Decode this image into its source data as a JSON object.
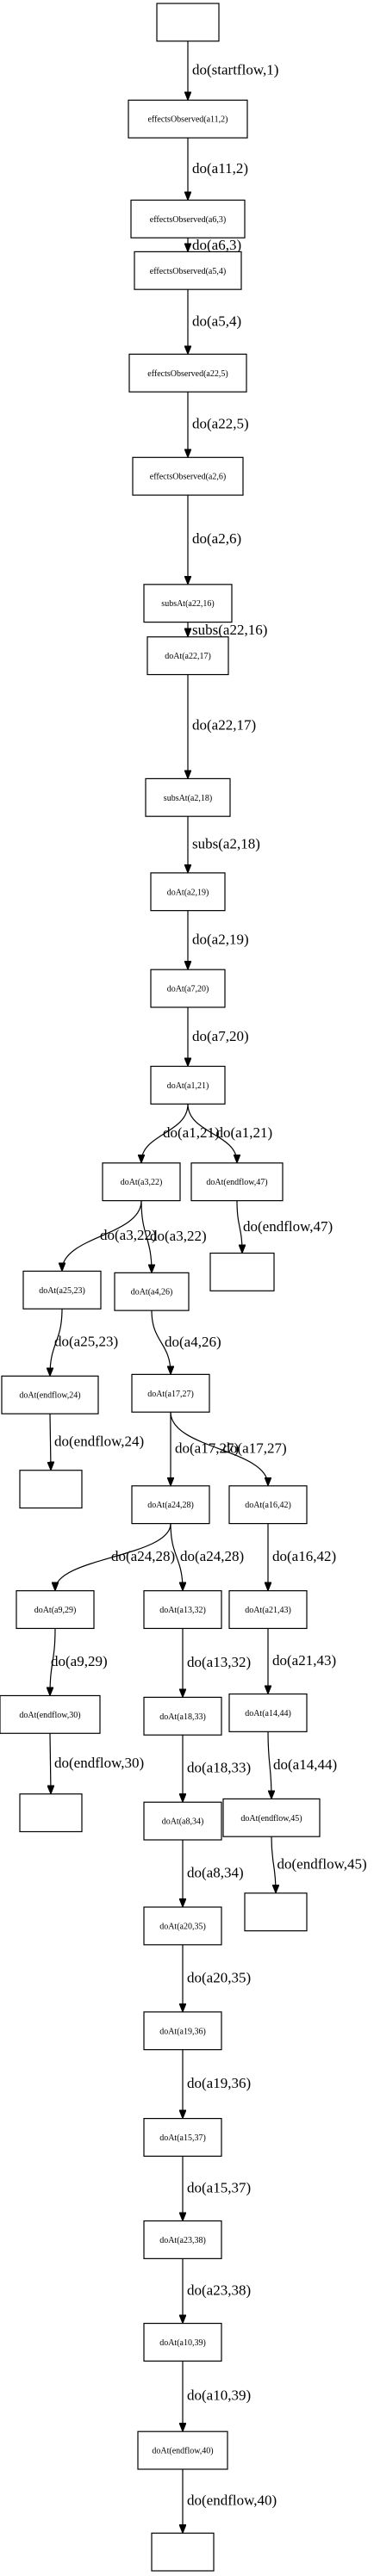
{
  "nodes": [
    {
      "id": "n0",
      "label": ""
    },
    {
      "id": "n1",
      "label": "effectsObserved(a11,2)"
    },
    {
      "id": "n2",
      "label": "effectsObserved(a6,3)"
    },
    {
      "id": "n3",
      "label": "effectsObserved(a5,4)"
    },
    {
      "id": "n4",
      "label": "effectsObserved(a22,5)"
    },
    {
      "id": "n5",
      "label": "effectsObserved(a2,6)"
    },
    {
      "id": "n6",
      "label": "subsAt(a22,16)"
    },
    {
      "id": "n7",
      "label": "doAt(a22,17)"
    },
    {
      "id": "n8",
      "label": "subsAt(a2,18)"
    },
    {
      "id": "n9",
      "label": "doAt(a2,19)"
    },
    {
      "id": "n10",
      "label": "doAt(a7,20)"
    },
    {
      "id": "n11",
      "label": "doAt(a1,21)"
    },
    {
      "id": "n12",
      "label": "doAt(a3,22)"
    },
    {
      "id": "n13",
      "label": "doAt(endflow,47)"
    },
    {
      "id": "n14",
      "label": ""
    },
    {
      "id": "n15",
      "label": "doAt(a25,23)"
    },
    {
      "id": "n16",
      "label": "doAt(a4,26)"
    },
    {
      "id": "n17",
      "label": "doAt(endflow,24)"
    },
    {
      "id": "n18",
      "label": ""
    },
    {
      "id": "n19",
      "label": "doAt(a17,27)"
    },
    {
      "id": "n20",
      "label": "doAt(a24,28)"
    },
    {
      "id": "n21",
      "label": "doAt(a16,42)"
    },
    {
      "id": "n22",
      "label": "doAt(a9,29)"
    },
    {
      "id": "n23",
      "label": "doAt(a13,32)"
    },
    {
      "id": "n24",
      "label": "doAt(a21,43)"
    },
    {
      "id": "n25",
      "label": "doAt(endflow,30)"
    },
    {
      "id": "n26",
      "label": ""
    },
    {
      "id": "n27",
      "label": "doAt(a18,33)"
    },
    {
      "id": "n28",
      "label": "doAt(a14,44)"
    },
    {
      "id": "n29",
      "label": "doAt(a8,34)"
    },
    {
      "id": "n30",
      "label": "doAt(endflow,45)"
    },
    {
      "id": "n31",
      "label": ""
    },
    {
      "id": "n32",
      "label": "doAt(a20,35)"
    },
    {
      "id": "n33",
      "label": "doAt(a19,36)"
    },
    {
      "id": "n34",
      "label": "doAt(a15,37)"
    },
    {
      "id": "n35",
      "label": "doAt(a23,38)"
    },
    {
      "id": "n36",
      "label": "doAt(a10,39)"
    },
    {
      "id": "n37",
      "label": "doAt(endflow,40)"
    },
    {
      "id": "n38",
      "label": ""
    }
  ],
  "edges": [
    {
      "from": "n0",
      "to": "n1",
      "label": "do(startflow,1)"
    },
    {
      "from": "n1",
      "to": "n2",
      "label": "do(a11,2)"
    },
    {
      "from": "n2",
      "to": "n3",
      "label": "do(a6,3)"
    },
    {
      "from": "n3",
      "to": "n4",
      "label": "do(a5,4)"
    },
    {
      "from": "n4",
      "to": "n5",
      "label": "do(a22,5)"
    },
    {
      "from": "n5",
      "to": "n6",
      "label": "do(a2,6)"
    },
    {
      "from": "n6",
      "to": "n7",
      "label": "subs(a22,16)"
    },
    {
      "from": "n7",
      "to": "n8",
      "label": "do(a22,17)"
    },
    {
      "from": "n8",
      "to": "n9",
      "label": "subs(a2,18)"
    },
    {
      "from": "n9",
      "to": "n10",
      "label": "do(a2,19)"
    },
    {
      "from": "n10",
      "to": "n11",
      "label": "do(a7,20)"
    },
    {
      "from": "n11",
      "to": "n12",
      "label": "do(a1,21)"
    },
    {
      "from": "n11",
      "to": "n13",
      "label": "do(a1,21)"
    },
    {
      "from": "n13",
      "to": "n14",
      "label": "do(endflow,47)"
    },
    {
      "from": "n12",
      "to": "n15",
      "label": "do(a3,22)"
    },
    {
      "from": "n12",
      "to": "n16",
      "label": "do(a3,22)"
    },
    {
      "from": "n15",
      "to": "n17",
      "label": "do(a25,23)"
    },
    {
      "from": "n17",
      "to": "n18",
      "label": "do(endflow,24)"
    },
    {
      "from": "n16",
      "to": "n19",
      "label": "do(a4,26)"
    },
    {
      "from": "n19",
      "to": "n20",
      "label": "do(a17,27)"
    },
    {
      "from": "n19",
      "to": "n21",
      "label": "do(a17,27)"
    },
    {
      "from": "n20",
      "to": "n22",
      "label": "do(a24,28)"
    },
    {
      "from": "n20",
      "to": "n23",
      "label": "do(a24,28)"
    },
    {
      "from": "n21",
      "to": "n24",
      "label": "do(a16,42)"
    },
    {
      "from": "n22",
      "to": "n25",
      "label": "do(a9,29)"
    },
    {
      "from": "n25",
      "to": "n26",
      "label": "do(endflow,30)"
    },
    {
      "from": "n23",
      "to": "n27",
      "label": "do(a13,32)"
    },
    {
      "from": "n24",
      "to": "n28",
      "label": "do(a21,43)"
    },
    {
      "from": "n27",
      "to": "n29",
      "label": "do(a18,33)"
    },
    {
      "from": "n28",
      "to": "n30",
      "label": "do(a14,44)"
    },
    {
      "from": "n30",
      "to": "n31",
      "label": "do(endflow,45)"
    },
    {
      "from": "n29",
      "to": "n32",
      "label": "do(a8,34)"
    },
    {
      "from": "n32",
      "to": "n33",
      "label": "do(a20,35)"
    },
    {
      "from": "n33",
      "to": "n34",
      "label": "do(a19,36)"
    },
    {
      "from": "n34",
      "to": "n35",
      "label": "do(a15,37)"
    },
    {
      "from": "n35",
      "to": "n36",
      "label": "do(a23,38)"
    },
    {
      "from": "n36",
      "to": "n37",
      "label": "do(a10,39)"
    },
    {
      "from": "n37",
      "to": "n38",
      "label": "do(endflow,40)"
    }
  ]
}
